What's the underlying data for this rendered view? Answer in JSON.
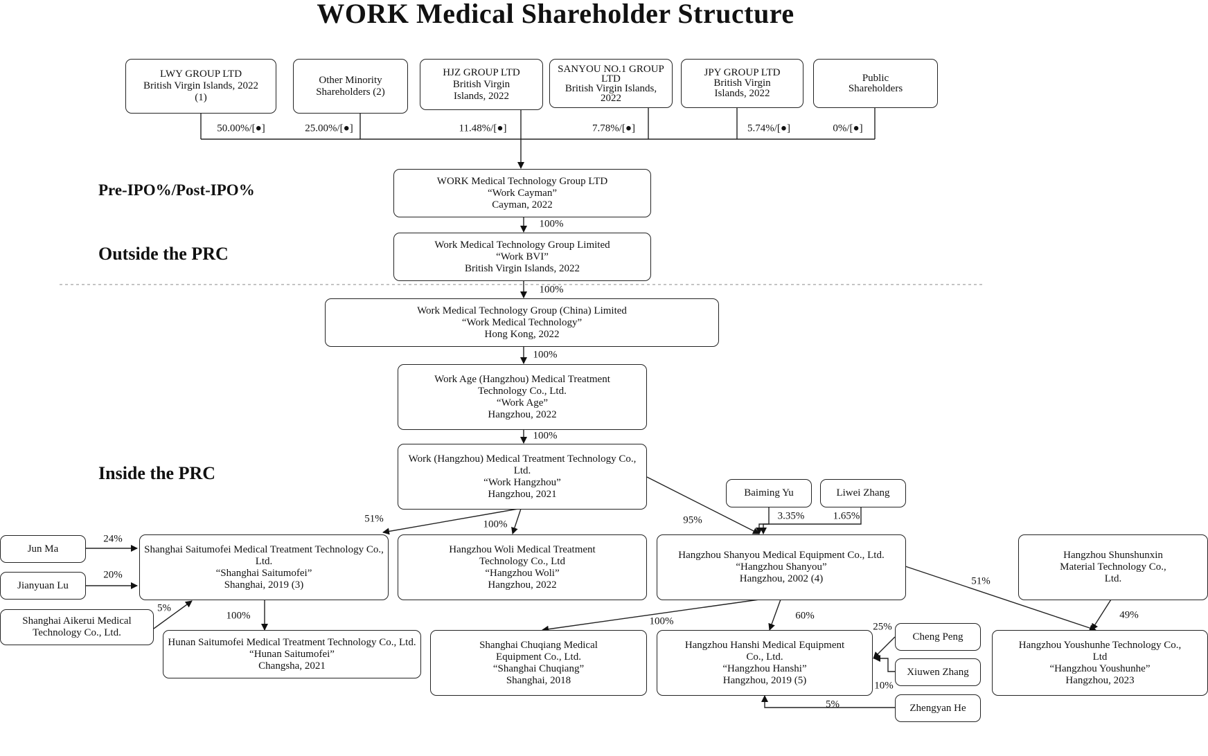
{
  "title": "WORK Medical Shareholder Structure",
  "sections": {
    "pre_post": "Pre-IPO%/Post-IPO%",
    "outside": "Outside the PRC",
    "inside": "Inside the PRC"
  },
  "entities": {
    "lwy": [
      "LWY GROUP LTD",
      "British Virgin Islands, 2022",
      "(1)"
    ],
    "other_minority": [
      "Other Minority",
      "Shareholders (2)"
    ],
    "hjz": [
      "HJZ GROUP LTD",
      "British Virgin",
      "Islands, 2022"
    ],
    "sanyou": [
      "SANYOU NO.1 GROUP",
      "LTD",
      "British Virgin Islands,",
      "2022"
    ],
    "jpy": [
      "JPY GROUP LTD",
      "British Virgin",
      "Islands, 2022"
    ],
    "public": [
      "Public",
      "Shareholders"
    ],
    "cayman": [
      "WORK Medical Technology Group LTD",
      "“Work Cayman”",
      "Cayman, 2022"
    ],
    "bvi": [
      "Work Medical Technology Group Limited",
      "“Work BVI”",
      "British Virgin Islands, 2022"
    ],
    "hk": [
      "Work Medical Technology Group (China) Limited",
      "“Work Medical Technology”",
      "Hong Kong, 2022"
    ],
    "work_age": [
      "Work Age (Hangzhou) Medical Treatment",
      "Technology Co., Ltd.",
      "“Work Age”",
      "Hangzhou, 2022"
    ],
    "work_hangzhou": [
      "Work (Hangzhou) Medical Treatment Technology Co.,",
      "Ltd.",
      "“Work Hangzhou”",
      "Hangzhou, 2021"
    ],
    "baiming_yu": [
      "Baiming Yu"
    ],
    "liwei_zhang": [
      "Liwei Zhang"
    ],
    "jun_ma": [
      "Jun Ma"
    ],
    "jianyuan_lu": [
      "Jianyuan Lu"
    ],
    "aikerui": [
      "Shanghai Aikerui Medical",
      "Technology Co., Ltd."
    ],
    "saitumofei": [
      "Shanghai Saitumofei Medical Treatment Technology Co.,",
      "Ltd.",
      "“Shanghai Saitumofei”",
      "Shanghai, 2019 (3)"
    ],
    "woli": [
      "Hangzhou Woli Medical Treatment",
      "Technology Co., Ltd",
      "“Hangzhou Woli”",
      "Hangzhou, 2022"
    ],
    "shanyou": [
      "Hangzhou Shanyou Medical Equipment Co., Ltd.",
      "“Hangzhou Shanyou”",
      "Hangzhou, 2002 (4)"
    ],
    "shunshunxin": [
      "Hangzhou Shunshunxin",
      "Material Technology Co.,",
      "Ltd."
    ],
    "hunan": [
      "Hunan Saitumofei Medical Treatment Technology Co., Ltd.",
      "“Hunan Saitumofei”",
      "Changsha, 2021"
    ],
    "chuqiang": [
      "Shanghai Chuqiang Medical",
      "Equipment Co., Ltd.",
      "“Shanghai Chuqiang”",
      "Shanghai, 2018"
    ],
    "hanshi": [
      "Hangzhou Hanshi Medical Equipment",
      "Co., Ltd.",
      "“Hangzhou Hanshi”",
      "Hangzhou, 2019 (5)"
    ],
    "cheng_peng": [
      "Cheng Peng"
    ],
    "xiuwen_zhang": [
      "Xiuwen Zhang"
    ],
    "zhengyan_he": [
      "Zhengyan He"
    ],
    "youshunhe": [
      "Hangzhou Youshunhe Technology Co.,",
      "Ltd",
      "“Hangzhou Youshunhe”",
      "Hangzhou, 2023"
    ]
  },
  "percentages": {
    "lwy": "50.00%/[●]",
    "other_minority": "25.00%/[●]",
    "hjz": "11.48%/[●]",
    "sanyou": "7.78%/[●]",
    "jpy": "5.74%/[●]",
    "public": "0%/[●]",
    "cayman_bvi": "100%",
    "bvi_hk": "100%",
    "hk_workage": "100%",
    "workage_hangzhou": "100%",
    "hangzhou_saitumofei": "51%",
    "hangzhou_woli": "100%",
    "hangzhou_shanyou": "95%",
    "baiming_yu": "3.35%",
    "liwei_zhang": "1.65%",
    "jun_ma": "24%",
    "jianyuan_lu": "20%",
    "aikerui": "5%",
    "saitumofei_hunan": "100%",
    "shanyou_chuqiang": "100%",
    "shanyou_hanshi": "60%",
    "shanyou_youshunhe": "51%",
    "shunshunxin_youshunhe": "49%",
    "cheng_peng": "25%",
    "xiuwen_zhang": "10%",
    "zhengyan_he": "5%"
  }
}
